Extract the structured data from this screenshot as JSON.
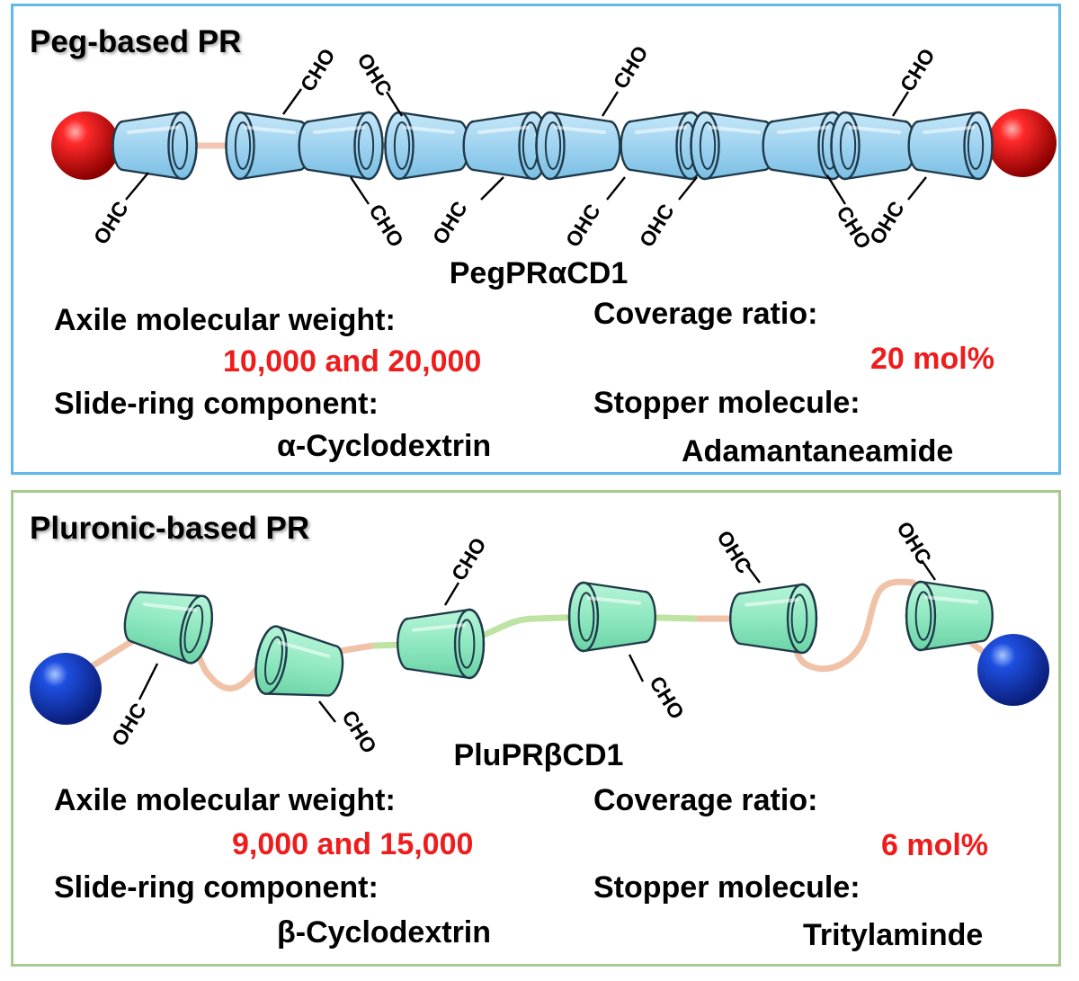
{
  "peg": {
    "title": "Peg-based PR",
    "name": "PegPRαCD1",
    "axile_label": "Axile molecular weight:",
    "axile_value": "10,000 and 20,000",
    "slide_label": "Slide-ring component:",
    "slide_value": "α-Cyclodextrin",
    "coverage_label": "Coverage ratio:",
    "coverage_value": "20 mol%",
    "stopper_label": "Stopper molecule:",
    "stopper_value": "Adamantaneamide",
    "group_up": "CHO",
    "group_up_alt": "OHC",
    "group_down": "CHO",
    "group_down_alt": "OHC"
  },
  "plu": {
    "title": "Pluronic-based PR",
    "name": "PluPRβCD1",
    "axile_label": "Axile molecular weight:",
    "axile_value": "9,000 and 15,000",
    "slide_label": "Slide-ring component:",
    "slide_value": "β-Cyclodextrin",
    "coverage_label": "Coverage ratio:",
    "coverage_value": "6 mol%",
    "stopper_label": "Stopper molecule:",
    "stopper_value": "Tritylaminde",
    "group_up": "CHO",
    "group_up_alt": "OHC",
    "group_down": "CHO",
    "group_down_alt": "OHC"
  },
  "colors": {
    "peg_border": "#61b9e8",
    "plu_border": "#a6cb8e",
    "peg_ring": "#9fd3f0",
    "plu_ring": "#8fe8c0",
    "peg_stopper": "#e01010",
    "plu_stopper": "#1a3fd0",
    "value_red": "#ee1c1c"
  }
}
